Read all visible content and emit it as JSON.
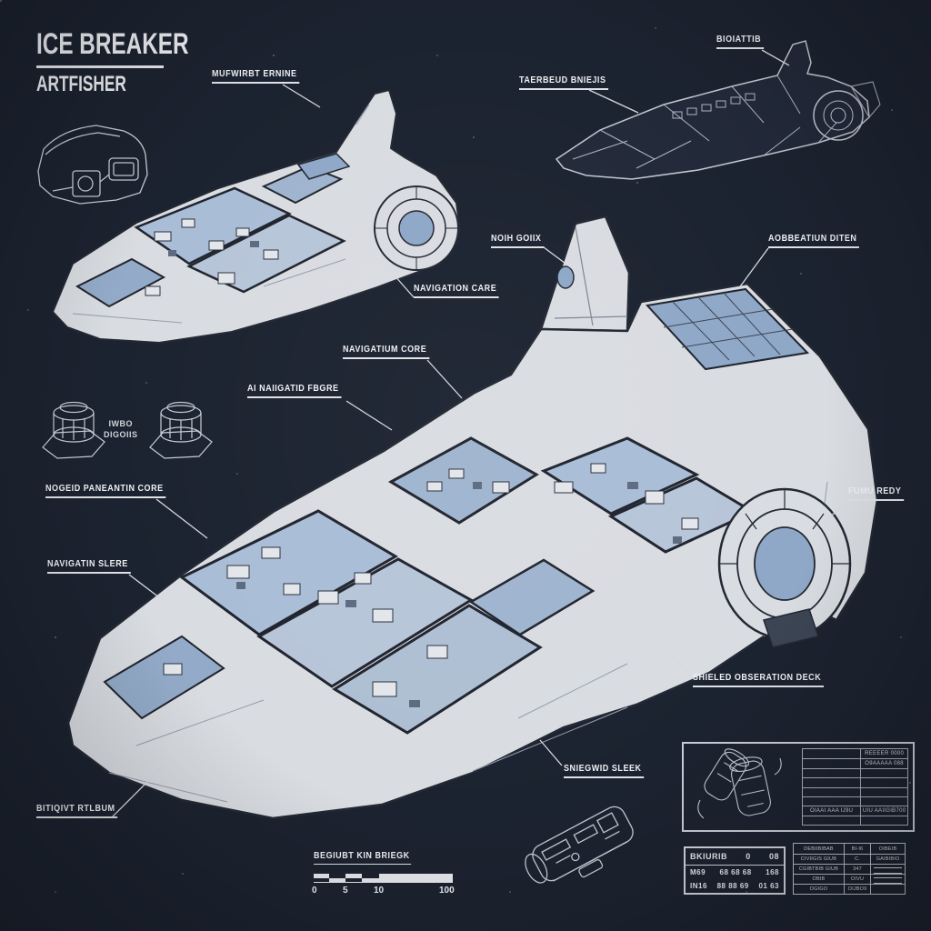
{
  "title": {
    "line1": "ICE BREAKER",
    "line2": "ARTFISHER"
  },
  "colors": {
    "background": "#1c2330",
    "ink": "#e8ebef",
    "hull": "#d9dce1",
    "interior_blue": "#a9bdd7",
    "glass_blue": "#8fa8c8",
    "outline": "#232833"
  },
  "callouts": [
    {
      "id": "upper-engine",
      "text": "MUFWIRBT ERNINE"
    },
    {
      "id": "radiator",
      "text": "BIOIATTIB"
    },
    {
      "id": "rear-engines",
      "text": "TAERBEUD BNIEJIS"
    },
    {
      "id": "nose-section",
      "text": "NOIH GOIIX"
    },
    {
      "id": "observation",
      "text": "AOBBEATIUN DITEN"
    },
    {
      "id": "navigation-care",
      "text": "NAVIGATION CARE"
    },
    {
      "id": "navigation-core",
      "text": "NAVIGATIUM CORE"
    },
    {
      "id": "ai-navigation",
      "text": "AI NAIIGATID FBGRE"
    },
    {
      "id": "forward-core",
      "text": "NOGEID PANEANTIN CORE"
    },
    {
      "id": "navigation-sleek",
      "text": "NAVIGATIN SLERE"
    },
    {
      "id": "fuel-bay",
      "text": "FUMU REDY"
    },
    {
      "id": "shielded-deck",
      "text": "SHIELED OBSERATION DECK"
    },
    {
      "id": "mid-sleek",
      "text": "SNIEGWID SLEEK"
    },
    {
      "id": "bottom-hull",
      "text": "BITIQIVT RTLBUM"
    }
  ],
  "part_note": {
    "line1": "IWBO",
    "line2": "DIGOIIS"
  },
  "scale_bar": {
    "label": "BEGIUBT KIN BRIEGK",
    "ticks": [
      "0",
      "5",
      "10",
      "100"
    ]
  },
  "detail_panel": {
    "rows": [
      [
        "",
        "REEEER 0000"
      ],
      [
        "",
        "O9AAAAA 088"
      ],
      [
        "",
        ""
      ],
      [
        "",
        ""
      ],
      [
        "",
        ""
      ],
      [
        "",
        ""
      ],
      [
        "OIAAI AAA IJ9U",
        "UIU AAIIGIB700"
      ],
      [
        "",
        ""
      ]
    ]
  },
  "spec_block": {
    "rows": [
      [
        "BKIURIB",
        "0",
        "08"
      ],
      [
        "M69",
        "68 68 68",
        "168"
      ],
      [
        "IN16",
        "88 88 69",
        "01 63"
      ]
    ]
  },
  "spec_table": {
    "rows": [
      [
        "DEBIIBIBAB",
        "BI-I6",
        "OIBEIB"
      ],
      [
        "CIVIIGIS GIUB",
        "C.",
        "GAIBIBIO"
      ],
      [
        "CGIBTBIB GIUB",
        "347",
        ""
      ],
      [
        "OBIB",
        "OIVU",
        ""
      ],
      [
        "OGIGO",
        "OIJBO9",
        ""
      ]
    ]
  }
}
